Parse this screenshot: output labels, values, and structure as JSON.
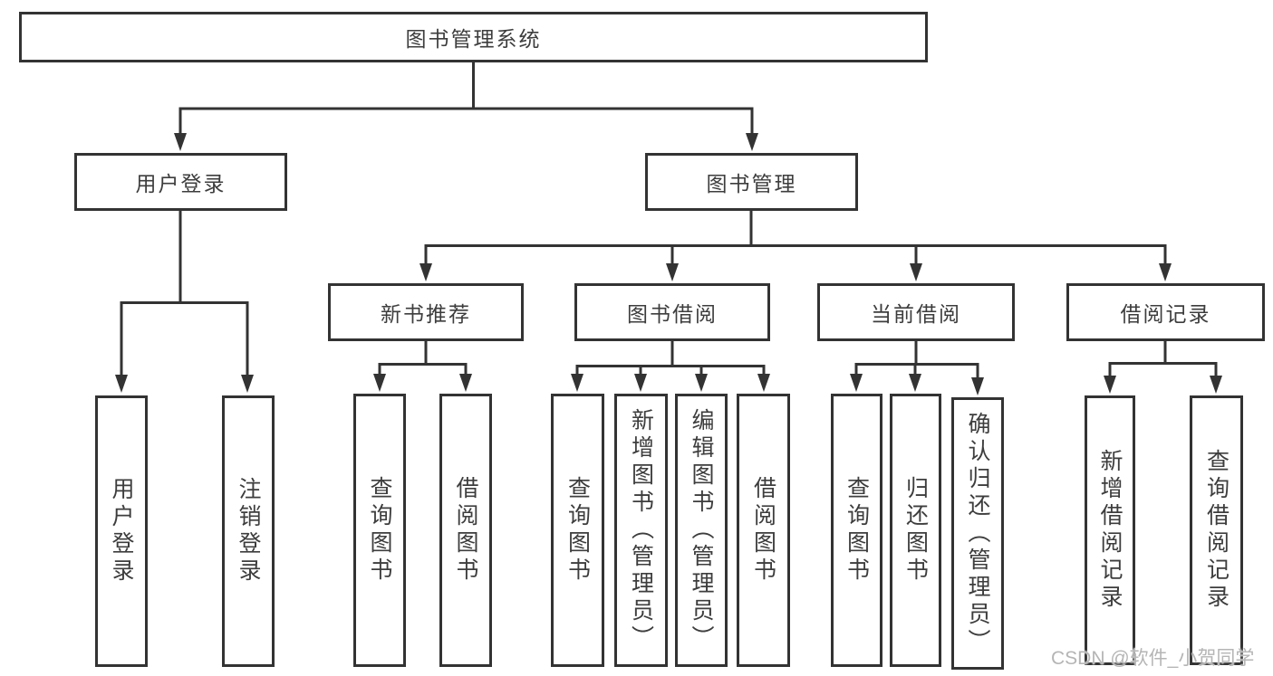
{
  "diagram": {
    "root": {
      "label": "图书管理系统"
    },
    "branches": [
      {
        "label": "用户登录",
        "children": [
          {
            "label": "用户登录"
          },
          {
            "label": "注销登录"
          }
        ]
      },
      {
        "label": "图书管理",
        "children": [
          {
            "label": "新书推荐",
            "children": [
              {
                "label": "查询图书"
              },
              {
                "label": "借阅图书"
              }
            ]
          },
          {
            "label": "图书借阅",
            "children": [
              {
                "label": "查询图书"
              },
              {
                "label": "新增图书（管理员）"
              },
              {
                "label": "编辑图书（管理员）"
              },
              {
                "label": "借阅图书"
              }
            ]
          },
          {
            "label": "当前借阅",
            "children": [
              {
                "label": "查询图书"
              },
              {
                "label": "归还图书"
              },
              {
                "label": "确认归还（管理员）"
              }
            ]
          },
          {
            "label": "借阅记录",
            "children": [
              {
                "label": "新增借阅记录"
              },
              {
                "label": "查询借阅记录"
              }
            ]
          }
        ]
      }
    ]
  },
  "watermark": {
    "text": "CSDN @软件_小贺同学",
    "color": "#b5b5b5"
  },
  "colors": {
    "line": "#333333",
    "background": "#ffffff",
    "text": "#3d3d3d"
  }
}
